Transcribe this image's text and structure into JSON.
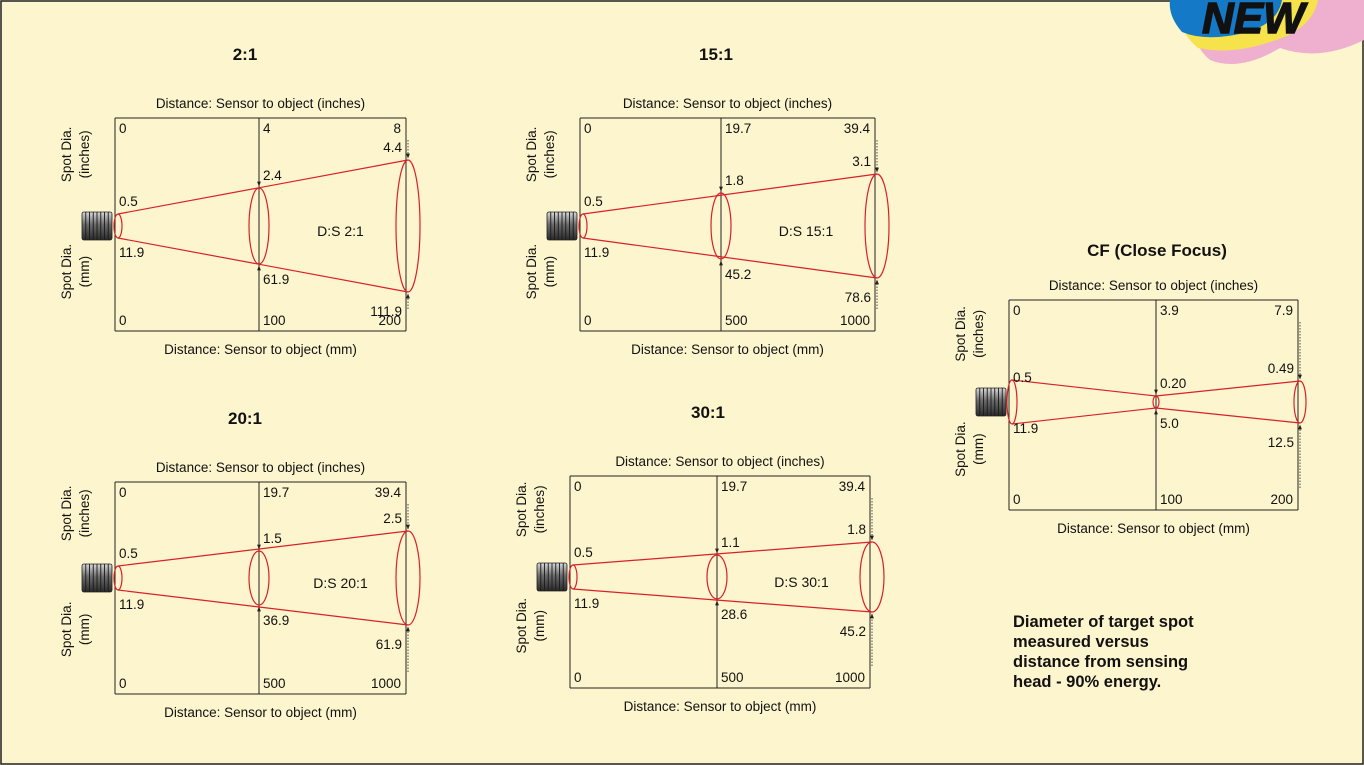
{
  "badge": {
    "text": "NEW"
  },
  "colors": {
    "background": "#fdf5cd",
    "beam": "#d8202a",
    "line": "#222222",
    "badge_blue": "#1479c6",
    "badge_yellow": "#f6e24a",
    "badge_pink": "#efb0d0"
  },
  "diagrams": [
    {
      "id": "d-2-1",
      "title": "2:1",
      "top_axis_label": "Distance: Sensor to object (inches)",
      "bottom_axis_label": "Distance: Sensor to object (mm)",
      "left_label_top": [
        "Spot Dia.",
        "(inches)"
      ],
      "left_label_bottom": [
        "Spot Dia.",
        "(mm)"
      ],
      "distance_inches": [
        "0",
        "4",
        "8"
      ],
      "distance_mm": [
        "0",
        "100",
        "200"
      ],
      "spot_inches": [
        "0.5",
        "2.4",
        "4.4"
      ],
      "spot_mm": [
        "11.9",
        "61.9",
        "111.9"
      ],
      "ds_label": "D:S 2:1"
    },
    {
      "id": "d-15-1",
      "title": "15:1",
      "top_axis_label": "Distance: Sensor to object (inches)",
      "bottom_axis_label": "Distance: Sensor to object (mm)",
      "left_label_top": [
        "Spot Dia.",
        "(inches)"
      ],
      "left_label_bottom": [
        "Spot Dia.",
        "(mm)"
      ],
      "distance_inches": [
        "0",
        "19.7",
        "39.4"
      ],
      "distance_mm": [
        "0",
        "500",
        "1000"
      ],
      "spot_inches": [
        "0.5",
        "1.8",
        "3.1"
      ],
      "spot_mm": [
        "11.9",
        "45.2",
        "78.6"
      ],
      "ds_label": "D:S 15:1"
    },
    {
      "id": "d-20-1",
      "title": "20:1",
      "top_axis_label": "Distance: Sensor to object (inches)",
      "bottom_axis_label": "Distance: Sensor to object (mm)",
      "left_label_top": [
        "Spot Dia.",
        "(inches)"
      ],
      "left_label_bottom": [
        "Spot Dia.",
        "(mm)"
      ],
      "distance_inches": [
        "0",
        "19.7",
        "39.4"
      ],
      "distance_mm": [
        "0",
        "500",
        "1000"
      ],
      "spot_inches": [
        "0.5",
        "1.5",
        "2.5"
      ],
      "spot_mm": [
        "11.9",
        "36.9",
        "61.9"
      ],
      "ds_label": "D:S 20:1"
    },
    {
      "id": "d-30-1",
      "title": "30:1",
      "top_axis_label": "Distance: Sensor to object (inches)",
      "bottom_axis_label": "Distance: Sensor to object (mm)",
      "left_label_top": [
        "Spot Dia.",
        "(inches)"
      ],
      "left_label_bottom": [
        "Spot Dia.",
        "(mm)"
      ],
      "distance_inches": [
        "0",
        "19.7",
        "39.4"
      ],
      "distance_mm": [
        "0",
        "500",
        "1000"
      ],
      "spot_inches": [
        "0.5",
        "1.1",
        "1.8"
      ],
      "spot_mm": [
        "11.9",
        "28.6",
        "45.2"
      ],
      "ds_label": "D:S 30:1"
    },
    {
      "id": "d-cf",
      "title": "CF (Close Focus)",
      "top_axis_label": "Distance: Sensor to object (inches)",
      "bottom_axis_label": "Distance: Sensor to object (mm)",
      "left_label_top": [
        "Spot Dia.",
        "(inches)"
      ],
      "left_label_bottom": [
        "Spot Dia.",
        "(mm)"
      ],
      "distance_inches": [
        "0",
        "3.9",
        "7.9"
      ],
      "distance_mm": [
        "0",
        "100",
        "200"
      ],
      "spot_inches": [
        "0.5",
        "0.20",
        "0.49"
      ],
      "spot_mm": [
        "11.9",
        "5.0",
        "12.5"
      ],
      "ds_label": ""
    }
  ],
  "note": {
    "lines": [
      "Diameter of target spot",
      "measured versus",
      "distance from sensing",
      "head - 90% energy."
    ]
  }
}
